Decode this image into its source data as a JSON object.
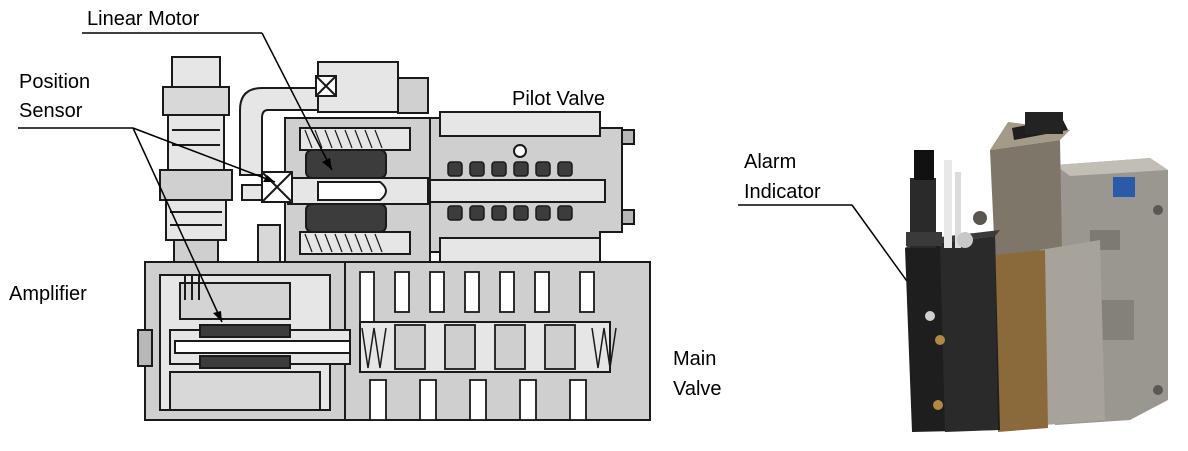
{
  "labels": {
    "linear_motor": "Linear Motor",
    "position_sensor_line1": "Position",
    "position_sensor_line2": "Sensor",
    "pilot_valve": "Pilot Valve",
    "amplifier": "Amplifier",
    "main_valve_line1": "Main",
    "main_valve_line2": "Valve",
    "alarm_indicator_line1": "Alarm",
    "alarm_indicator_line2": "Indicator"
  },
  "colors": {
    "body_gray": "#cfcfcf",
    "light_gray": "#e6e6e6",
    "dark_gray": "#4a4a4a",
    "outline": "#1a1a1a",
    "coil_dark": "#3c3c3c",
    "photo_dark": "#1e1e1e",
    "photo_steel": "#9a9690",
    "photo_bronze": "#8a6a3a",
    "photo_blue": "#2a5aa8"
  }
}
